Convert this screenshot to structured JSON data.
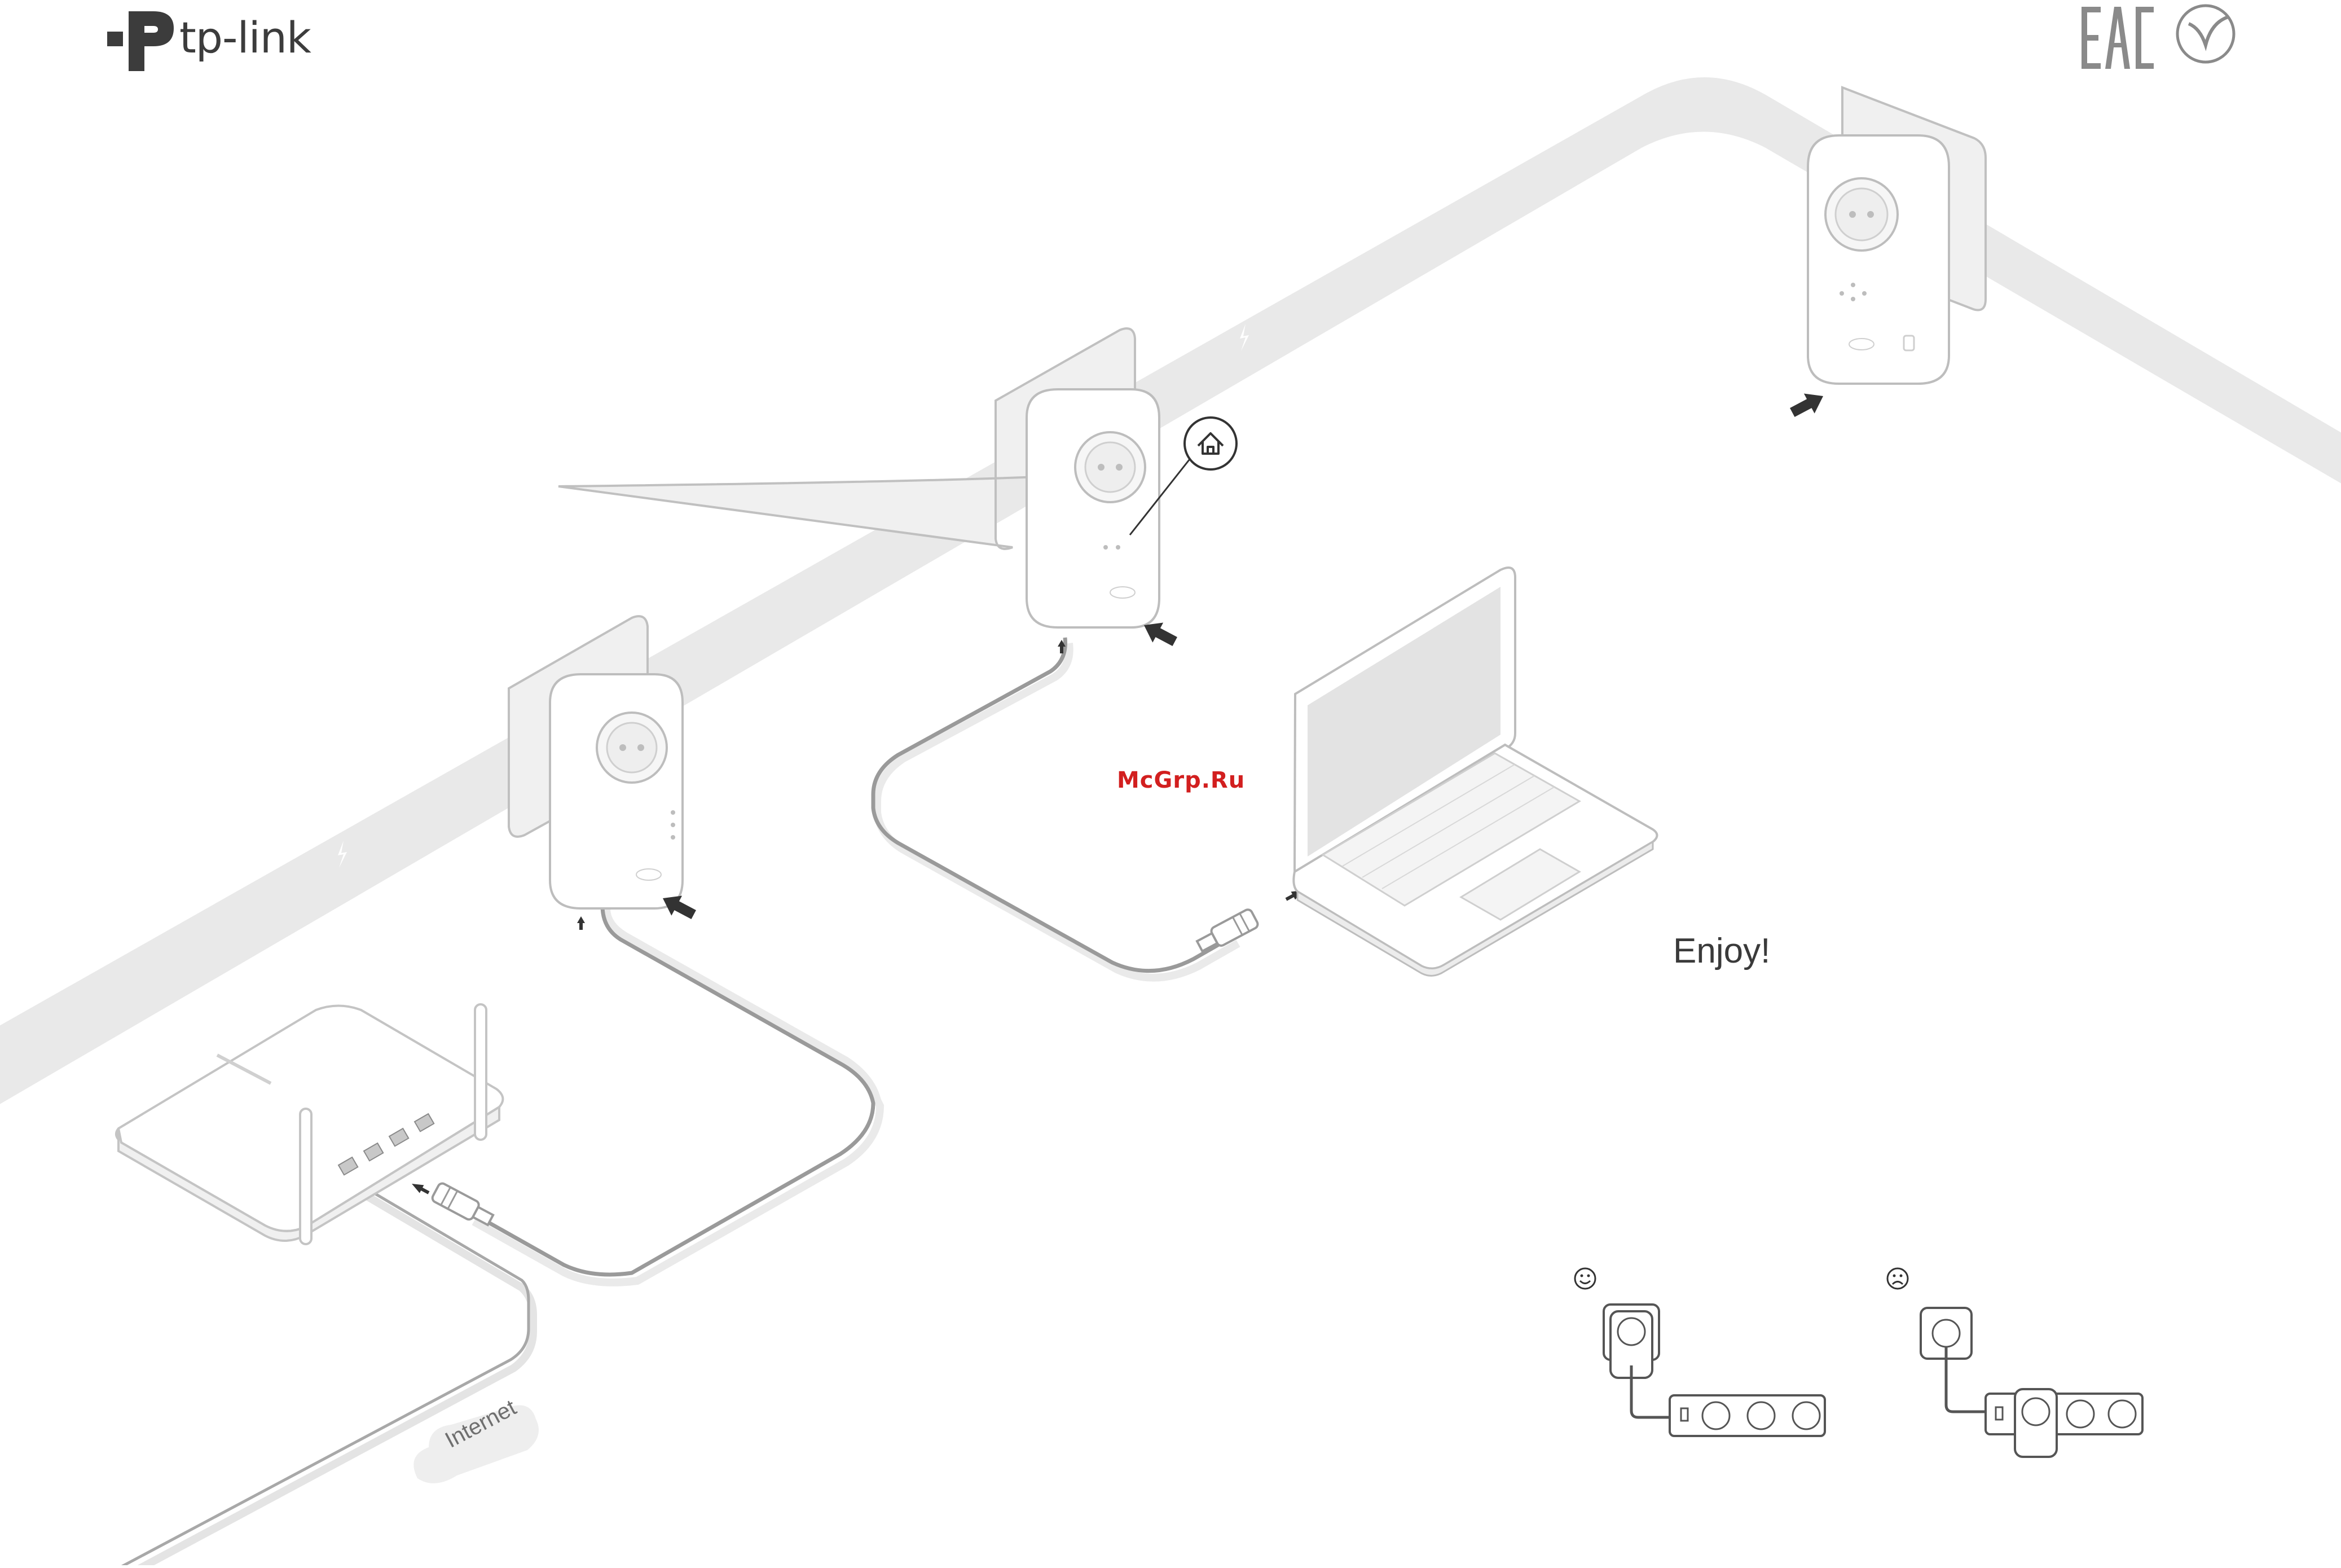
{
  "brand": {
    "name": "tp-link"
  },
  "certification_marks": {
    "eac": "ЕАС",
    "ua_mark": "ua-conformity-mark"
  },
  "diagram": {
    "enjoy_label": "Enjoy!",
    "internet_label": "Internet",
    "watermark": "McGrp.Ru"
  },
  "inset": {
    "correct_icon": "smiley-face-icon",
    "incorrect_icon": "sad-face-icon"
  },
  "icons": {
    "pair": "house-pair-icon",
    "power": "lightning-bolt-icon",
    "push": "push-arrow-icon"
  },
  "colors": {
    "wall": "#e9e9e9",
    "cable": "#9a9a9a",
    "device": "#ffffff",
    "outline": "#bdbdbd",
    "inset_background": "#eeeeee",
    "watermark": "#d21f1f"
  }
}
